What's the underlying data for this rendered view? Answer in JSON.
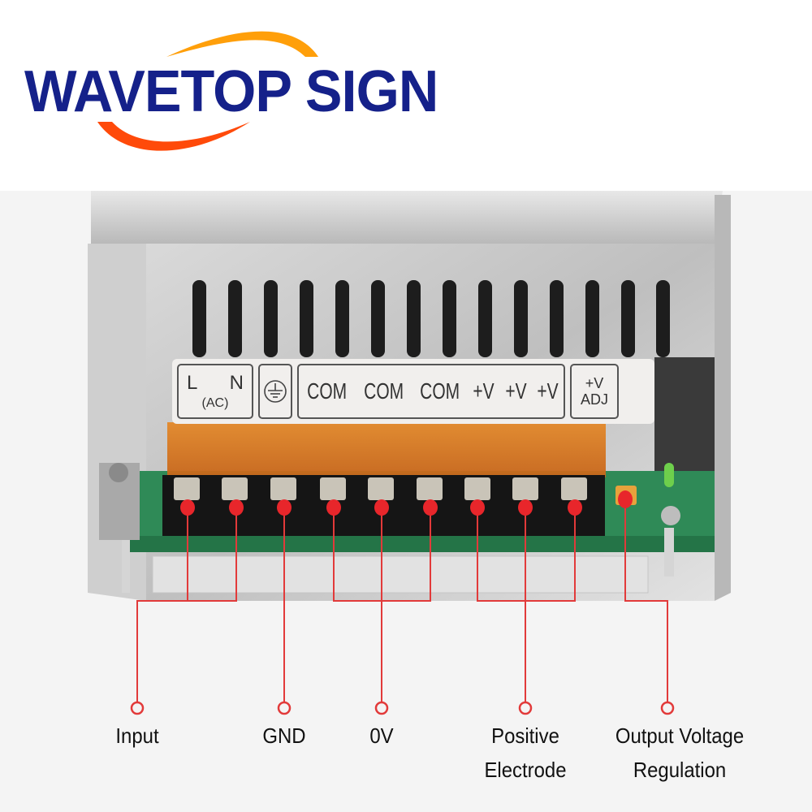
{
  "brand": {
    "name": "WAVETOP SIGN",
    "text_color": "#15218a",
    "swoosh_top_color": "#ff9f0a",
    "swoosh_bottom_color": "#ff4a0a"
  },
  "product": "Switching power supply terminal diagram",
  "terminal_label": {
    "input_block": {
      "l": "L",
      "n": "N",
      "ac": "(AC)"
    },
    "ground_symbol": "earth-ground-icon",
    "outputs": [
      "COM",
      "COM",
      "COM",
      "+V",
      "+V",
      "+V"
    ],
    "adjust": {
      "line1": "+V",
      "line2": "ADJ"
    }
  },
  "callouts": [
    {
      "id": "input",
      "lines": [
        "Input"
      ],
      "terminals": [
        1,
        2
      ]
    },
    {
      "id": "gnd",
      "lines": [
        "GND"
      ],
      "terminals": [
        3
      ]
    },
    {
      "id": "zero-volt",
      "lines": [
        "0V"
      ],
      "terminals": [
        4,
        5,
        6
      ]
    },
    {
      "id": "positive",
      "lines": [
        "Positive",
        "Electrode"
      ],
      "terminals": [
        7,
        8,
        9
      ]
    },
    {
      "id": "voltage-adj",
      "lines": [
        "Output Voltage",
        "Regulation"
      ],
      "terminals": [
        "potentiometer"
      ]
    }
  ],
  "colors": {
    "marker": "#e8262b",
    "line": "#e23a3a",
    "background": "#f4f4f4"
  }
}
